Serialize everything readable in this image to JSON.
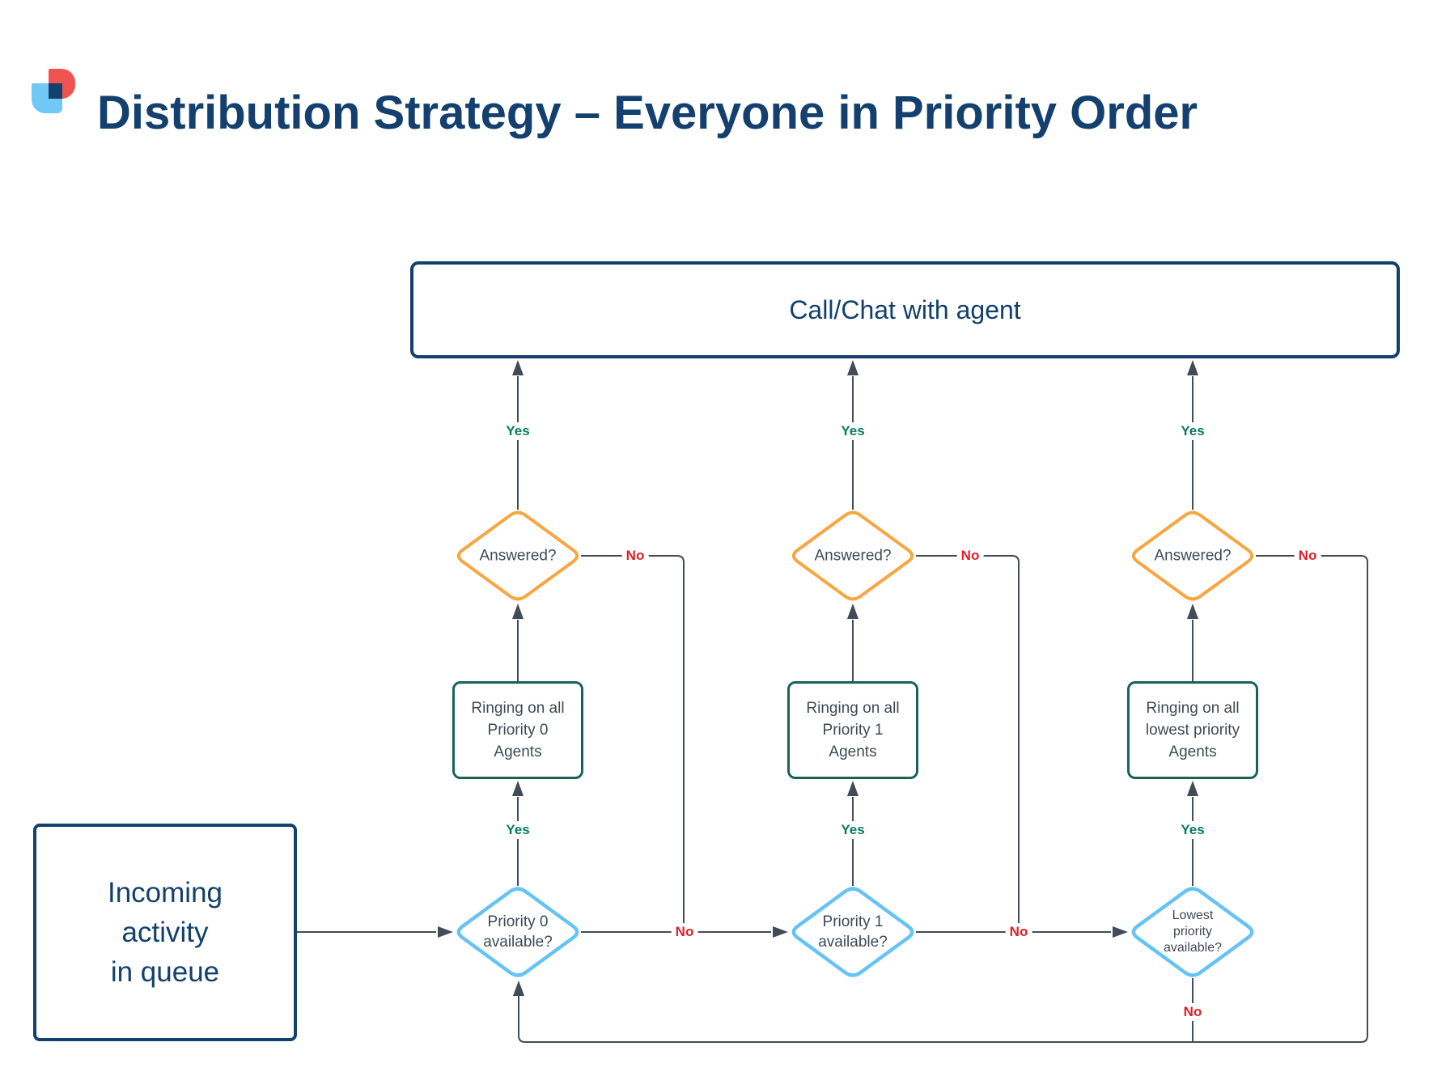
{
  "title": "Distribution Strategy – Everyone in Priority Order",
  "icons": {
    "logo": "brand-logo-mark"
  },
  "nodes": {
    "call_chat": {
      "label": "Call/Chat with agent"
    },
    "incoming": {
      "line1": "Incoming",
      "line2": "activity",
      "line3": "in queue"
    },
    "priority0": {
      "line1": "Priority 0",
      "line2": "available?"
    },
    "priority1": {
      "line1": "Priority 1",
      "line2": "available?"
    },
    "priority_lowest": {
      "line1": "Lowest",
      "line2": "priority",
      "line3": "available?"
    },
    "ringing0": {
      "line1": "Ringing on all",
      "line2": "Priority 0",
      "line3": "Agents"
    },
    "ringing1": {
      "line1": "Ringing on all",
      "line2": "Priority 1",
      "line3": "Agents"
    },
    "ringing_lowest": {
      "line1": "Ringing on all",
      "line2": "lowest priority",
      "line3": "Agents"
    },
    "answered0": {
      "label": "Answered?"
    },
    "answered1": {
      "label": "Answered?"
    },
    "answered2": {
      "label": "Answered?"
    }
  },
  "labels": {
    "yes": "Yes",
    "no": "No"
  },
  "colors": {
    "navy": "#13406e",
    "orange_diamond": "#f7a640",
    "blue_diamond": "#66c4f4",
    "teal_box": "#17635a",
    "yes_green": "#0b7c5d",
    "no_red": "#e01e24",
    "line": "#424b57",
    "node_text": "#404a54",
    "logo_red": "#f05350",
    "logo_blue": "#70c8f5"
  }
}
